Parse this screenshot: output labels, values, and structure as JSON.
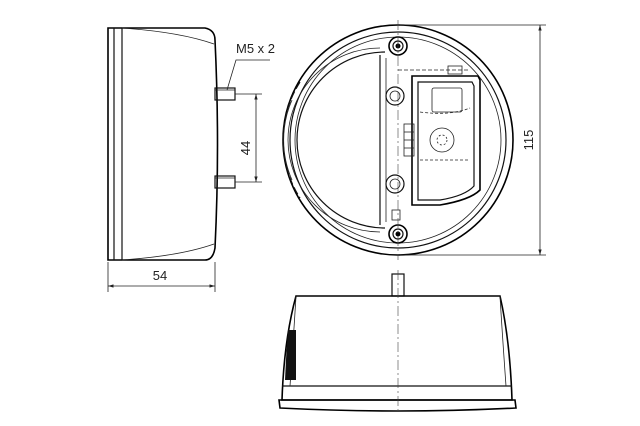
{
  "dimensions": {
    "thread_label": "M5 x 2",
    "bolt_spacing": "44",
    "depth": "54",
    "diameter": "115"
  }
}
